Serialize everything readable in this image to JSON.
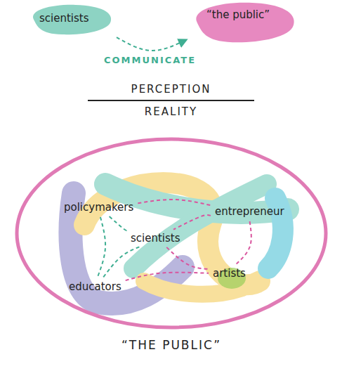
{
  "diagram": {
    "nodes": [
      {
        "text": [
          "scientists"
        ]
      },
      {
        "text": [
          "“the public”"
        ]
      },
      {
        "text": [
          "“THE PUBLIC”"
        ]
      },
      {
        "text": [
          "policymakers"
        ],
        "in": 2
      },
      {
        "text": [
          "entrepreneur"
        ],
        "in": 2
      },
      {
        "text": [
          "scientists"
        ],
        "in": 2
      },
      {
        "text": [
          "educators"
        ],
        "in": 2
      },
      {
        "text": [
          "artists"
        ],
        "in": 2
      }
    ],
    "edges": [
      {
        "from": 0,
        "to": 1,
        "label": "COMMUNICATE",
        "arrow": "to"
      },
      {
        "from": 3,
        "to": 4,
        "arrow": "none"
      },
      {
        "from": 3,
        "to": 5,
        "arrow": "none"
      },
      {
        "from": 3,
        "to": 6,
        "arrow": "none"
      },
      {
        "from": 4,
        "to": 5,
        "arrow": "none"
      },
      {
        "from": 4,
        "to": 7,
        "arrow": "none"
      },
      {
        "from": 5,
        "to": 6,
        "arrow": "none"
      },
      {
        "from": 5,
        "to": 7,
        "arrow": "none"
      },
      {
        "from": 6,
        "to": 7,
        "arrow": "none"
      }
    ],
    "labels": [
      "PERCEPTION",
      "REALITY"
    ]
  }
}
